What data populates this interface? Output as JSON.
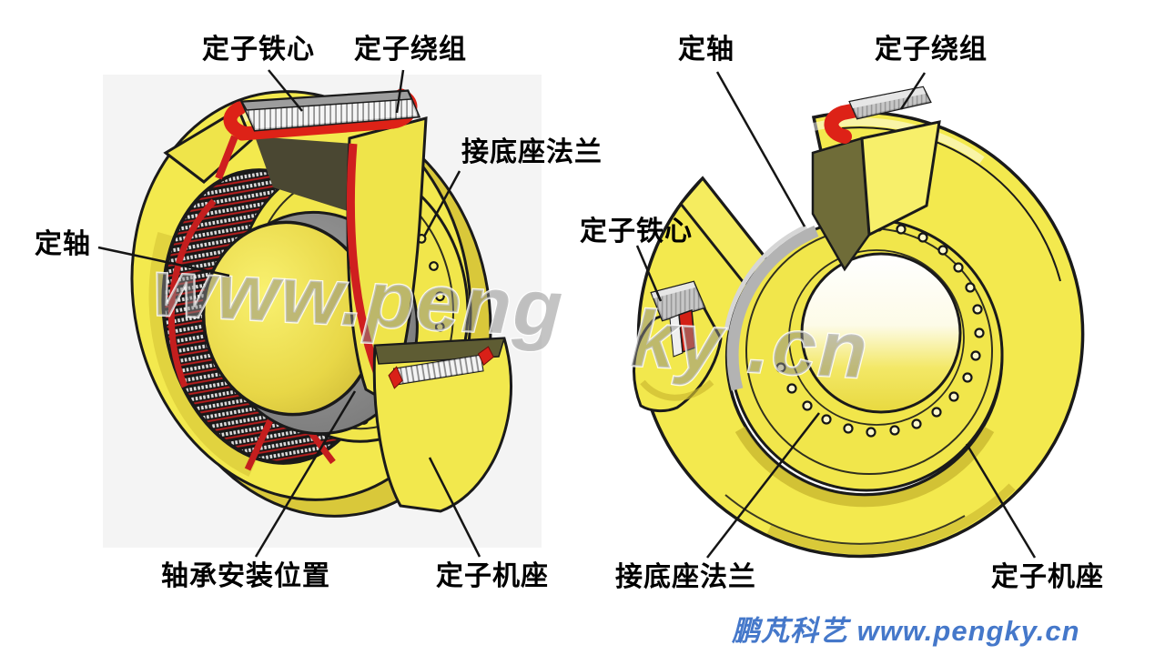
{
  "page": {
    "background": "#ffffff",
    "render_panel_background": "#f4f4f4"
  },
  "palette": {
    "frame_yellow": "#f3e94e",
    "frame_yellow_shade": "#d9c83a",
    "winding_red": "#dd2217",
    "core_gray": "#c9c9c9",
    "shaft_gray": "#b3b3b3",
    "lamination_dark": "#181818",
    "lamination_red": "#b51d1d",
    "outline_black": "#1a1a1a",
    "label_text": "#000000",
    "footer_blue": "#4578ca",
    "watermark_gray": "#8a8a8a"
  },
  "left_diagram": {
    "labels": {
      "core": "定子铁心",
      "winding": "定子绕组",
      "flange": "接底座法兰",
      "shaft": "定轴",
      "bearing_position": "轴承安装位置",
      "frame": "定子机座"
    }
  },
  "right_diagram": {
    "labels": {
      "shaft": "定轴",
      "winding": "定子绕组",
      "core": "定子铁心",
      "flange": "接底座法兰",
      "frame": "定子机座"
    }
  },
  "watermark": {
    "left_segment": "www.peng",
    "right_segment": "ky .cn"
  },
  "footer": {
    "credit": "鹏芃科艺 www.pengky.cn"
  }
}
